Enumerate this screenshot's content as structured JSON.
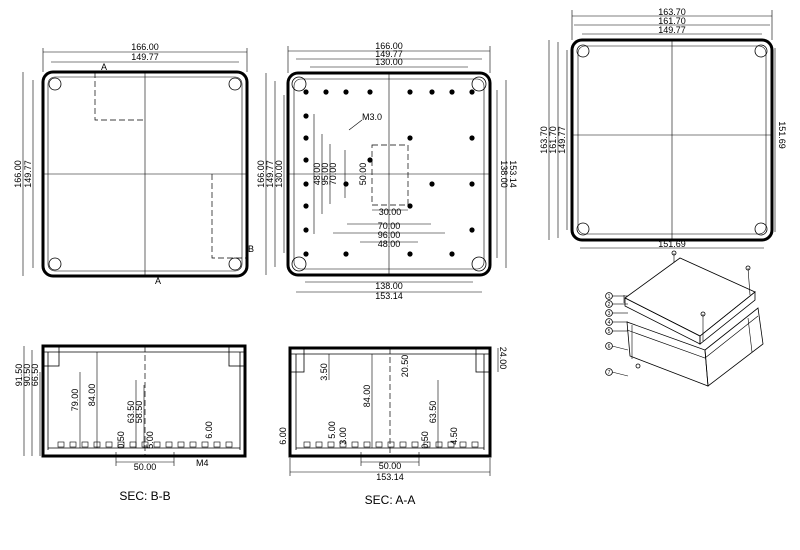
{
  "view_top_left": {
    "dims": {
      "width_outer": "166.00",
      "width_inner": "149.77",
      "height_outer": "166.00",
      "height_inner": "149.77"
    },
    "markers": {
      "section_a": "A",
      "section_b": "B"
    }
  },
  "view_top_middle": {
    "dims": {
      "w1": "166.00",
      "w2": "149.77",
      "w3": "130.00",
      "h1": "166.00",
      "h2": "149.77",
      "h3": "130.00",
      "r1": "138.00",
      "r2": "153.14",
      "b1": "138.00",
      "b2": "153.14",
      "in_v1": "48.00",
      "in_v2": "95.00",
      "in_v3": "70.00",
      "in_v4": "50.00",
      "in_h1": "30.00",
      "in_h2": "70.00",
      "in_h3": "96.00",
      "in_h4": "48.00",
      "thread": "M3.0"
    }
  },
  "view_top_right": {
    "dims": {
      "w1": "163.70",
      "w2": "161.70",
      "w3": "149.77",
      "h1": "163.70",
      "h2": "161.70",
      "h3": "149.77",
      "right": "151.69",
      "bottom": "151.69"
    }
  },
  "section_bb": {
    "caption": "SEC: B-B",
    "dims": {
      "h1": "91.50",
      "h2": "90.50",
      "h3": "66.50",
      "d79": "79.00",
      "d84": "84.00",
      "d6350": "63.50",
      "d5850": "58.50",
      "d050": "0.50",
      "d500": "5.00",
      "d600": "6.00",
      "base": "50.00",
      "thread": "M4"
    }
  },
  "section_aa": {
    "caption": "SEC: A-A",
    "dims": {
      "d350": "3.50",
      "d2050": "20.50",
      "d2400": "24.00",
      "d84": "84.00",
      "d600": "6.00",
      "d500": "5.00",
      "d300": "3.00",
      "d6350": "63.50",
      "d050": "0.50",
      "d450": "4.50",
      "base": "50.00",
      "width": "153.14"
    }
  },
  "iso_view": {
    "callouts": [
      "1",
      "2",
      "3",
      "4",
      "5",
      "6",
      "7"
    ]
  }
}
